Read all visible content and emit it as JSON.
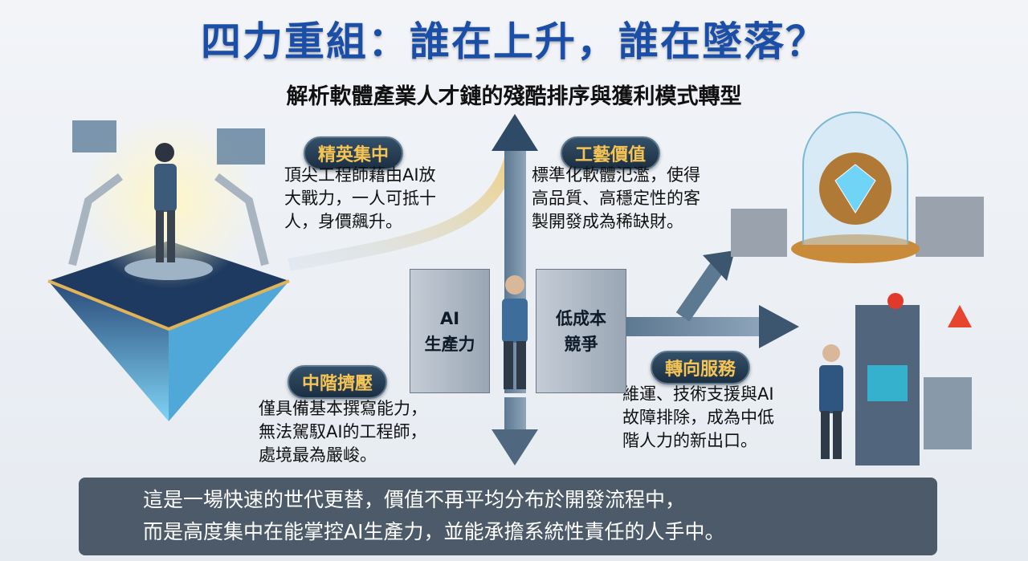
{
  "title": "四力重組：誰在上升，誰在墜落？",
  "subtitle": "解析軟體產業人才鏈的殘酷排序與獲利模式轉型",
  "sections": [
    {
      "badge": "精英集中",
      "lines": [
        "頂尖工程師藉由AI放",
        "大戰力，一人可抵十",
        "人，身價飆升。"
      ]
    },
    {
      "badge": "工藝價值",
      "lines": [
        "標準化軟體氾濫，使得",
        "高品質、高穩定性的客",
        "製開發成為稀缺財。"
      ]
    },
    {
      "badge": "中階擠壓",
      "lines": [
        "僅具備基本撰寫能力，",
        "無法駕馭AI的工程師，",
        "處境最為嚴峻。"
      ]
    },
    {
      "badge": "轉向服務",
      "lines": [
        "維運、技術支援與AI",
        "故障排除，成為中低",
        "階人力的新出口。"
      ]
    }
  ],
  "blocks": {
    "left": [
      "AI",
      "生產力"
    ],
    "right": [
      "低成本",
      "競爭"
    ]
  },
  "banner": [
    "這是一場快速的世代更替，價值不再平均分布於開發流程中，",
    "而是高度集中在能掌控AI生產力，並能承擔系統性責任的人手中。"
  ],
  "colors": {
    "title": "#1b4ea6",
    "badge_text": "#f6c454",
    "banner": "#4d5a69"
  }
}
